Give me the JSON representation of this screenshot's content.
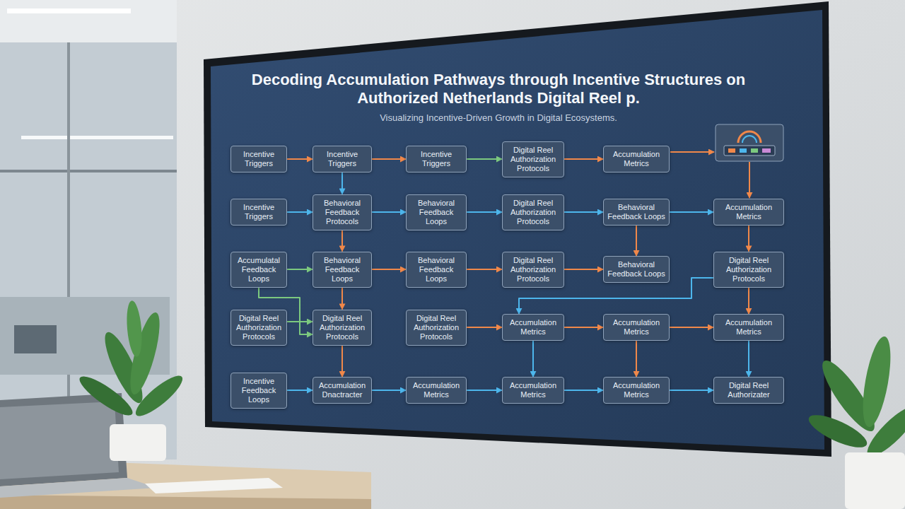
{
  "diagram": {
    "title": "Decoding Accumulation Pathways through Incentive Structures on Authorized Netherlands Digital Reel p.",
    "caption": "Visualizing Incentive-Driven Growth in Digital Ecosystems.",
    "nodes": [
      {
        "text": [
          "Incentive Triggers"
        ]
      },
      {
        "text": [
          "Incentive Triggers"
        ]
      },
      {
        "text": [
          "Incentive Triggers"
        ]
      },
      {
        "text": [
          "Digital Reel Authorization Protocols"
        ]
      },
      {
        "text": [
          "Accumulation Metrics"
        ]
      },
      {
        "text": [
          "Incentive Triggers"
        ]
      },
      {
        "text": [
          "Behavioral Feedback Protocols"
        ]
      },
      {
        "text": [
          "Behavioral Feedback Loops"
        ]
      },
      {
        "text": [
          "Digital Reel Authorization Protocols"
        ]
      },
      {
        "text": [
          "Behavioral Feedback Loops"
        ]
      },
      {
        "text": [
          "Accumulation Metrics"
        ]
      },
      {
        "text": [
          "Accumulatal Feedback Loops"
        ]
      },
      {
        "text": [
          "Behavioral Feedback Loops"
        ]
      },
      {
        "text": [
          "Behavioral Feedback Loops"
        ]
      },
      {
        "text": [
          "Digital Reel Authorization Protocols"
        ]
      },
      {
        "text": [
          "Behavioral Feedback Loops"
        ]
      },
      {
        "text": [
          "Digital Reel Authorization Protocols"
        ]
      },
      {
        "text": [
          "Digital Reel Authorization Protocols"
        ]
      },
      {
        "text": [
          "Digital Reel Authorization Protocols"
        ]
      },
      {
        "text": [
          "Digital Reel Authorization Protocols"
        ]
      },
      {
        "text": [
          "Accumulation Metrics"
        ]
      },
      {
        "text": [
          "Accumulation Metrics"
        ]
      },
      {
        "text": [
          "Accumulation Metrics"
        ]
      },
      {
        "text": [
          "Incentive Feedback Loops"
        ]
      },
      {
        "text": [
          "Accumulation Dnactracter"
        ]
      },
      {
        "text": [
          "Accumulation Metrics"
        ]
      },
      {
        "text": [
          "Accumulation Metrics"
        ]
      },
      {
        "text": [
          "Accumulation Metrics"
        ]
      },
      {
        "text": [
          "Digital Reel Authorizater"
        ]
      }
    ],
    "edges": [
      {
        "from": 0,
        "to": 1,
        "arrow": "to"
      },
      {
        "from": 1,
        "to": 2,
        "arrow": "to"
      },
      {
        "from": 2,
        "to": 3,
        "arrow": "to"
      },
      {
        "from": 3,
        "to": 4,
        "arrow": "to"
      },
      {
        "from": 1,
        "to": 6,
        "arrow": "to"
      },
      {
        "from": 5,
        "to": 6,
        "arrow": "to"
      },
      {
        "from": 6,
        "to": 7,
        "arrow": "to"
      },
      {
        "from": 7,
        "to": 8,
        "arrow": "to"
      },
      {
        "from": 8,
        "to": 9,
        "arrow": "to"
      },
      {
        "from": 9,
        "to": 10,
        "arrow": "to"
      },
      {
        "from": 6,
        "to": 12,
        "arrow": "to"
      },
      {
        "from": 9,
        "to": 15,
        "arrow": "to"
      },
      {
        "from": 10,
        "to": 16,
        "arrow": "to"
      },
      {
        "from": 11,
        "to": 12,
        "arrow": "to"
      },
      {
        "from": 12,
        "to": 13,
        "arrow": "to"
      },
      {
        "from": 13,
        "to": 14,
        "arrow": "to"
      },
      {
        "from": 14,
        "to": 15,
        "arrow": "to"
      },
      {
        "from": 11,
        "to": 18,
        "arrow": "to"
      },
      {
        "from": 12,
        "to": 18,
        "arrow": "to"
      },
      {
        "from": 16,
        "to": 22,
        "arrow": "to"
      },
      {
        "from": 16,
        "to": 20,
        "arrow": "to"
      },
      {
        "from": 17,
        "to": 18,
        "arrow": "to"
      },
      {
        "from": 19,
        "to": 20,
        "arrow": "to"
      },
      {
        "from": 20,
        "to": 21,
        "arrow": "to"
      },
      {
        "from": 21,
        "to": 22,
        "arrow": "to"
      },
      {
        "from": 18,
        "to": 24,
        "arrow": "to"
      },
      {
        "from": 20,
        "to": 26,
        "arrow": "to"
      },
      {
        "from": 21,
        "to": 27,
        "arrow": "to"
      },
      {
        "from": 22,
        "to": 28,
        "arrow": "to"
      },
      {
        "from": 23,
        "to": 24,
        "arrow": "to"
      },
      {
        "from": 24,
        "to": 25,
        "arrow": "to"
      },
      {
        "from": 25,
        "to": 26,
        "arrow": "to"
      },
      {
        "from": 26,
        "to": 27,
        "arrow": "to"
      },
      {
        "from": 27,
        "to": 28,
        "arrow": "to"
      }
    ]
  }
}
